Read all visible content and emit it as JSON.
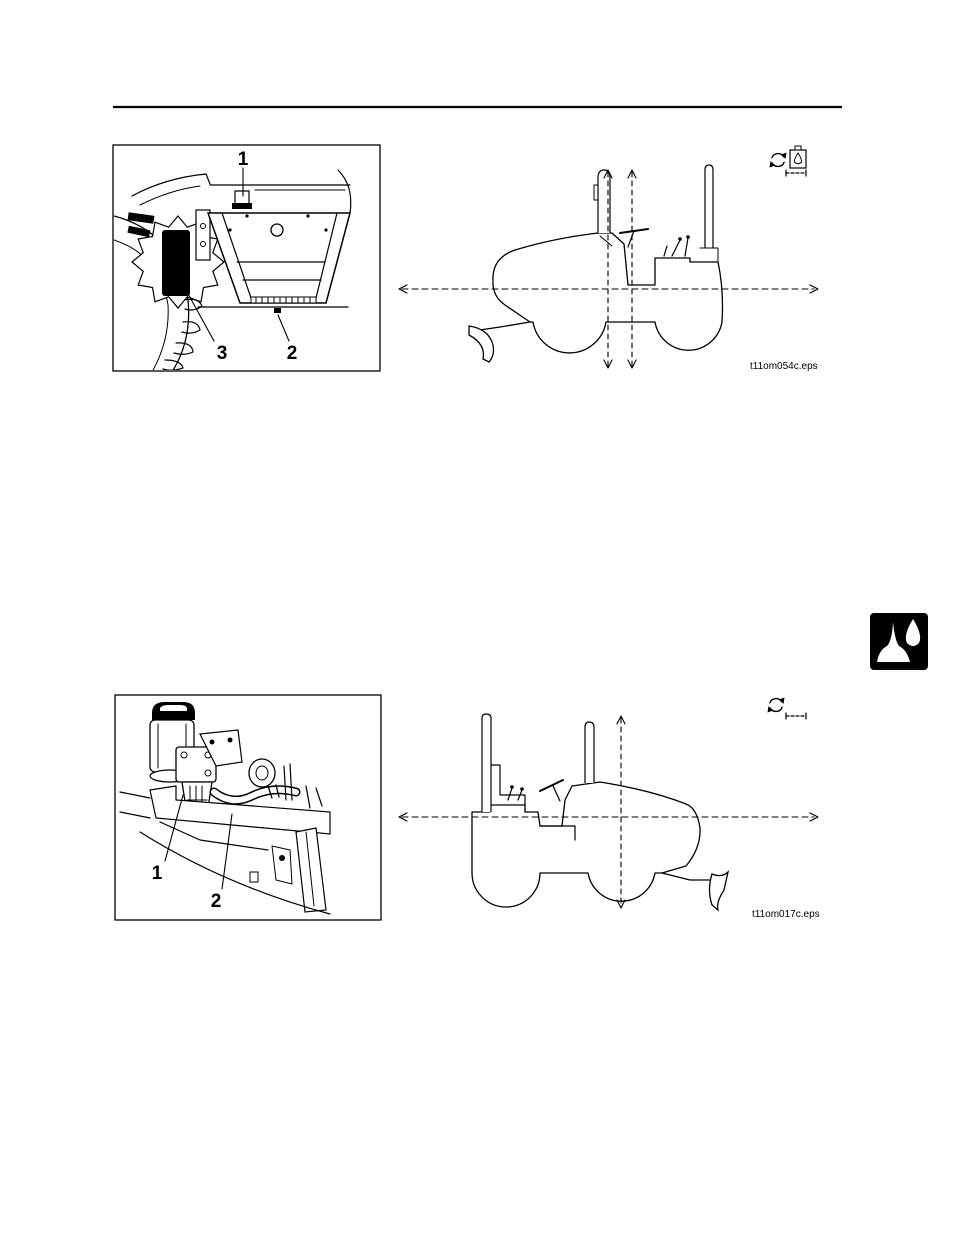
{
  "page": {
    "background": "#ffffff",
    "ink": "#000000"
  },
  "figure_1": {
    "callouts": {
      "c1": "1",
      "c3": "3",
      "c2": "2"
    },
    "caption": "t11om054c.eps",
    "icons": [
      "rotate-icon",
      "fuel-tank-icon",
      "dimension-line-icon"
    ]
  },
  "figure_2": {
    "callouts": {
      "c1": "1",
      "c2": "2"
    },
    "caption": "t11om017c.eps",
    "icons": [
      "rotate-icon",
      "dimension-line-icon"
    ]
  },
  "section_tab": {
    "icon": "fluid-drops-icon",
    "color": "#000000"
  }
}
